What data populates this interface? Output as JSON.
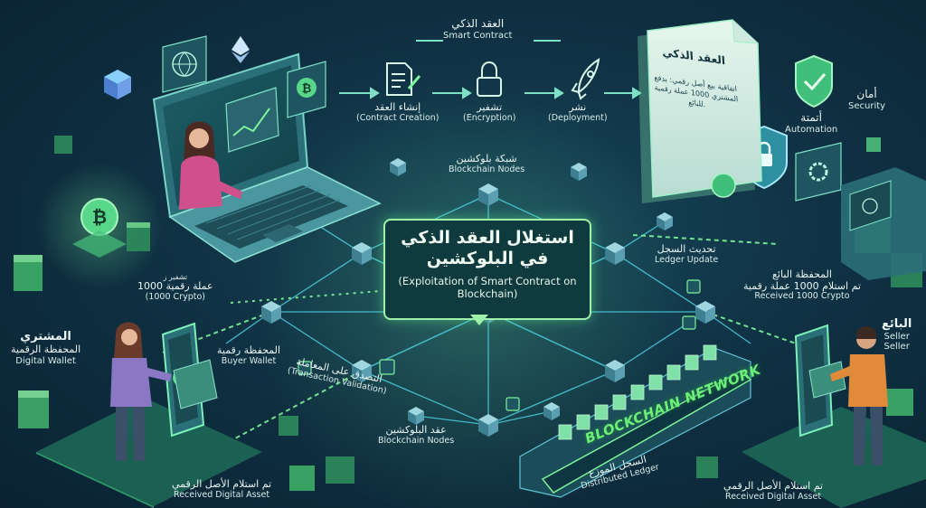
{
  "title": {
    "line1": "استغلال العقد الذكي",
    "line2": "في البلوكشين",
    "english": "(Exploitation of Smart Contract on Blockchain)"
  },
  "smart_contract": {
    "ar": "العقد الذكي",
    "en": "Smart Contract"
  },
  "steps": [
    {
      "ar": "إنشاء العقد",
      "en": "(Contract Creation)",
      "icon": "document-pen-icon"
    },
    {
      "ar": "تشفير",
      "en": "(Encryption)",
      "icon": "padlock-icon"
    },
    {
      "ar": "نشر",
      "en": "(Deployment)",
      "icon": "rocket-icon"
    }
  ],
  "contract_doc": {
    "title": "العقد الذكي",
    "body": "اتفاقية بيع أصل رقمي: يدفع المشتري 1000 عملة رقمية للبائع."
  },
  "security": {
    "ar": "أمان",
    "en": "Security"
  },
  "automation": {
    "ar": "أتمتة",
    "en": "Automation"
  },
  "blockchain_nodes_top": {
    "ar": "شبكة بلوكشين",
    "en": "Blockchain Nodes"
  },
  "blockchain_nodes_bottom": {
    "ar": "عقد البلوكشين",
    "en": "Blockchain Nodes"
  },
  "ledger_update": {
    "ar": "تحديث السجل",
    "en": "Ledger Update"
  },
  "seller_wallet": {
    "ar": "المحفظة البائع",
    "ar2": "تم استلام 1000 عملة رقمية",
    "en": "Received 1000 Crypto"
  },
  "seller": {
    "ar": "البائع",
    "en": "Seller",
    "en2": "Seller"
  },
  "buyer": {
    "ar": "المشتري",
    "ar2": "المحفظة الرقمية",
    "en": "Digital Wallet"
  },
  "buyer_wallet": {
    "ar": "المحفظة رقمية",
    "en": "Buyer Wallet"
  },
  "send_amount": {
    "ar_small": "تشفير ز",
    "ar": "1000 عملة رقمية",
    "en": "(1000 Crypto)"
  },
  "validation": {
    "ar": "التصدق على المعاملة",
    "en": "(Transaction Validation)"
  },
  "received_asset_left": {
    "ar": "تم استلام الأصل الرقمي",
    "en": "Received Digital Asset"
  },
  "received_asset_right": {
    "ar": "تم استلام الأصل الرقمي",
    "en": "Received Digital Asset"
  },
  "distributed_ledger": {
    "ar": "السجل الموزع",
    "en": "Distributed Ledger"
  },
  "network_banner": "BLOCKCHAIN NETWORK",
  "colors": {
    "accent": "#6cf07a",
    "node": "#6fb3c4",
    "background": "#0f3244",
    "link": "#4fd7e8"
  }
}
